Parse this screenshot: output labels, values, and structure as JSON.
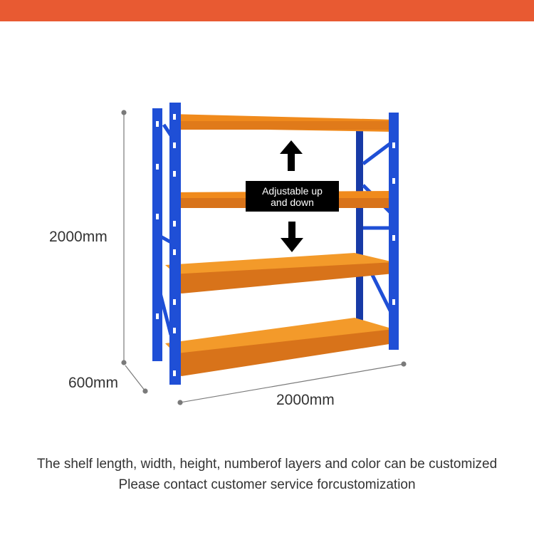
{
  "colors": {
    "banner": "#e85a32",
    "upright": "#1f4fd6",
    "upright_dark": "#173aa6",
    "shelf": "#f08a1c",
    "shelf_dark": "#d8731a",
    "dimension_line": "#7a7a7a"
  },
  "dimensions": {
    "height": "2000mm",
    "depth": "600mm",
    "width": "2000mm"
  },
  "callout": {
    "line1": "Adjustable up",
    "line2": "and down"
  },
  "icons": [
    "arrow-up-icon",
    "arrow-down-icon"
  ],
  "caption": {
    "line1": "The shelf length, width, height, numberof layers and color can be customized",
    "line2": "Please contact customer service forcustomization"
  }
}
